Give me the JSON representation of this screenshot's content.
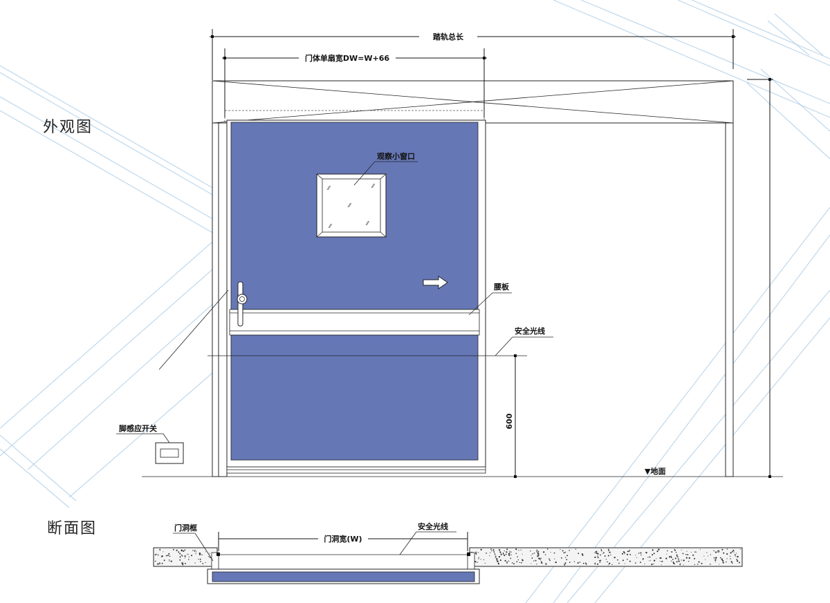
{
  "colors": {
    "door_panel": "#6677b6",
    "decor_lines": "#a9cbe6",
    "line": "#222222",
    "background": "#ffffff"
  },
  "sections": {
    "elevation_title": "外观图",
    "section_title": "断面图"
  },
  "elevation": {
    "track_total_length": "踏轨总长",
    "door_leaf_width": "门体单扇宽DW=W+66",
    "observation_window": "观察小窗口",
    "waist_panel": "腰板",
    "safety_light_line": "安全光线",
    "safety_height": "600",
    "foot_sensor_switch": "脚感应开关",
    "ground": "▼地面",
    "door_height": ""
  },
  "section_view": {
    "door_frame": "门洞框",
    "opening_width": "门洞宽(W)",
    "safety_light_line": "安全光线"
  },
  "icons": {
    "direction": "arrow-right-icon",
    "floor_marker": "triangle-down-icon",
    "handle": "door-handle-icon"
  }
}
